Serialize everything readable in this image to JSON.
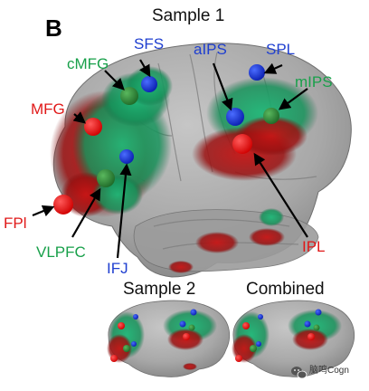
{
  "panel_letter": "B",
  "titles": {
    "sample1": "Sample 1",
    "sample2": "Sample 2",
    "combined": "Combined"
  },
  "colors": {
    "network_green": "#1fa36a",
    "network_red": "#c41a1a",
    "label_blue": "#1f3fd0",
    "label_red": "#e01818",
    "label_green": "#18a04a",
    "node_green": "#2f8f3a",
    "node_blue": "#1530e0",
    "node_red": "#ff1010",
    "brain_gray": "#a9a9a9"
  },
  "regions": [
    {
      "id": "sfs",
      "label": "SFS",
      "color_key": "label_blue",
      "node": "blue"
    },
    {
      "id": "aips",
      "label": "aIPS",
      "color_key": "label_blue",
      "node": "blue"
    },
    {
      "id": "spl",
      "label": "SPL",
      "color_key": "label_blue",
      "node": "blue"
    },
    {
      "id": "cmfg",
      "label": "cMFG",
      "color_key": "label_green",
      "node": "green"
    },
    {
      "id": "mips",
      "label": "mIPS",
      "color_key": "label_green",
      "node": "green"
    },
    {
      "id": "mfg",
      "label": "MFG",
      "color_key": "label_red",
      "node": "red"
    },
    {
      "id": "fpi",
      "label": "FPl",
      "color_key": "label_red",
      "node": "red"
    },
    {
      "id": "vlpfc",
      "label": "VLPFC",
      "color_key": "label_green",
      "node": "green"
    },
    {
      "id": "ifj",
      "label": "IFJ",
      "color_key": "label_blue",
      "node": "blue"
    },
    {
      "id": "ipl",
      "label": "IPL",
      "color_key": "label_red",
      "node": "red"
    }
  ],
  "watermark": {
    "text": "脑鸣Cogn",
    "icon": "wechat-icon"
  }
}
